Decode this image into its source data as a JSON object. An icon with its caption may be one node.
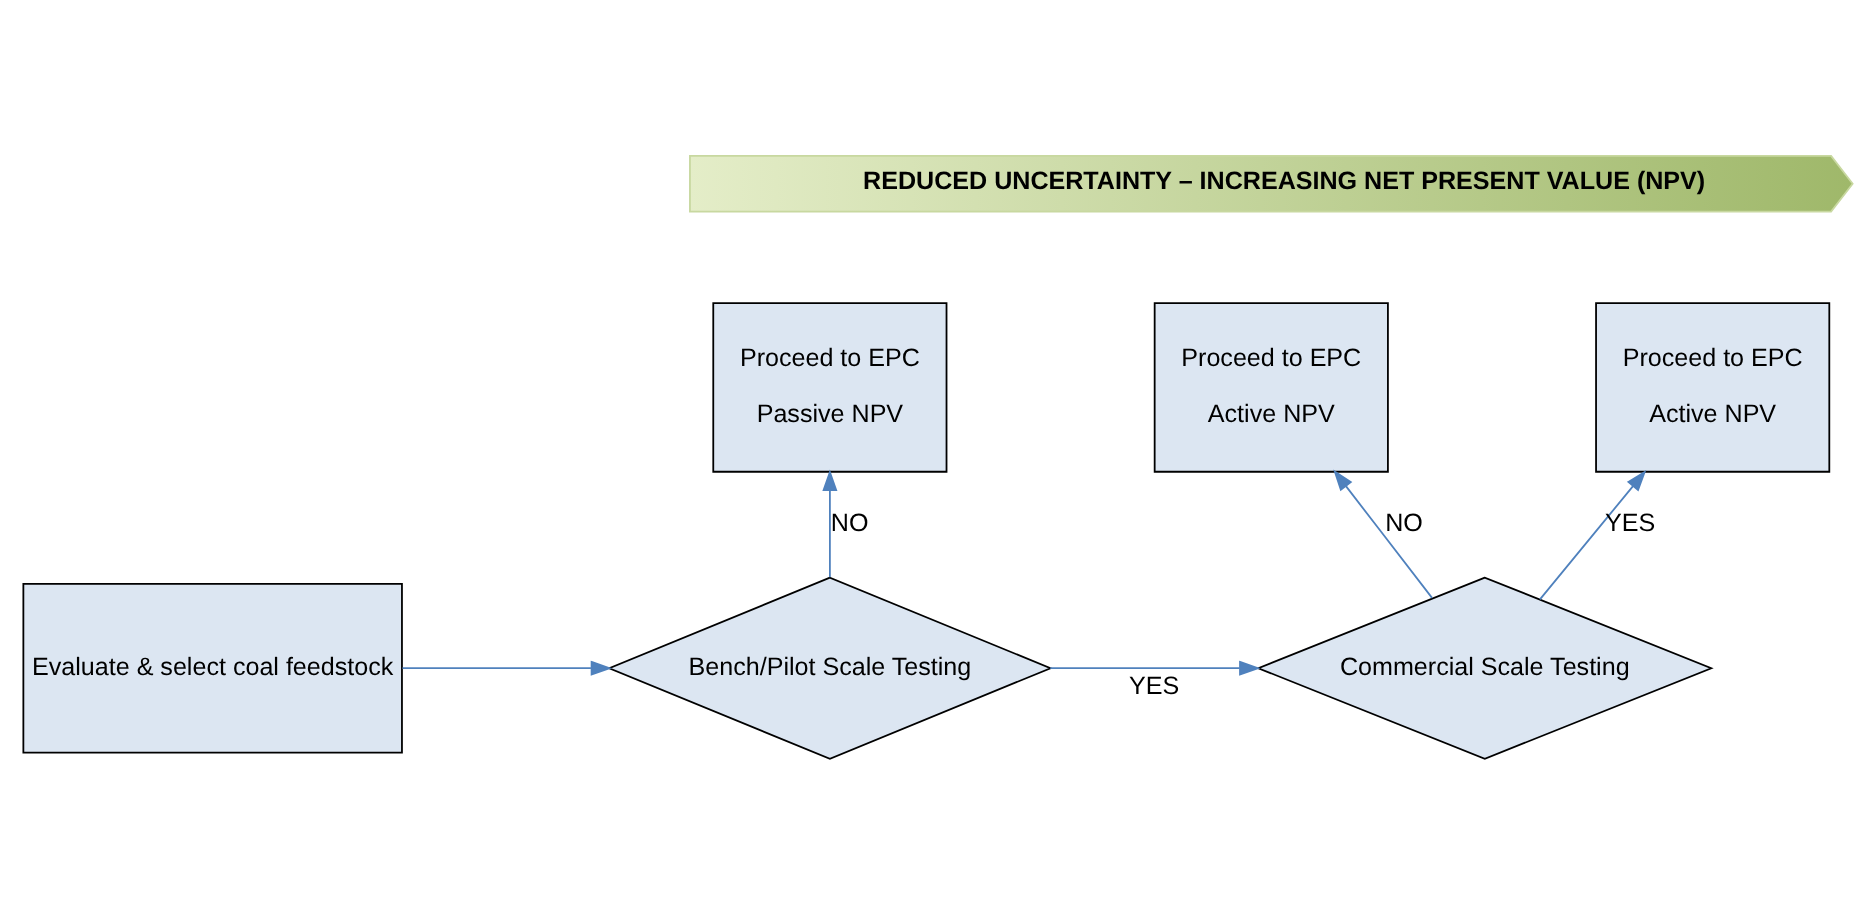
{
  "diagram": {
    "nodes": [
      {
        "text": [
          "REDUCED UNCERTAINTY – INCREASING NET PRESENT VALUE (NPV)"
        ]
      },
      {
        "text": [
          "Proceed to EPC",
          "Passive NPV"
        ]
      },
      {
        "text": [
          "Proceed to EPC",
          "Active NPV"
        ]
      },
      {
        "text": [
          "Proceed to EPC",
          "Active NPV"
        ]
      },
      {
        "text": [
          "Evaluate & select coal feedstock"
        ]
      },
      {
        "text": [
          "Bench/Pilot Scale Testing"
        ]
      },
      {
        "text": [
          "Commercial Scale Testing"
        ]
      }
    ],
    "edges": [
      {
        "from": 4,
        "to": 5,
        "arrow": "to"
      },
      {
        "from": 5,
        "to": 1,
        "arrow": "to",
        "label": "NO"
      },
      {
        "from": 5,
        "to": 6,
        "arrow": "to",
        "label": "YES"
      },
      {
        "from": 6,
        "to": 2,
        "arrow": "to",
        "label": "NO"
      },
      {
        "from": 6,
        "to": 3,
        "arrow": "to",
        "label": "YES"
      }
    ]
  }
}
